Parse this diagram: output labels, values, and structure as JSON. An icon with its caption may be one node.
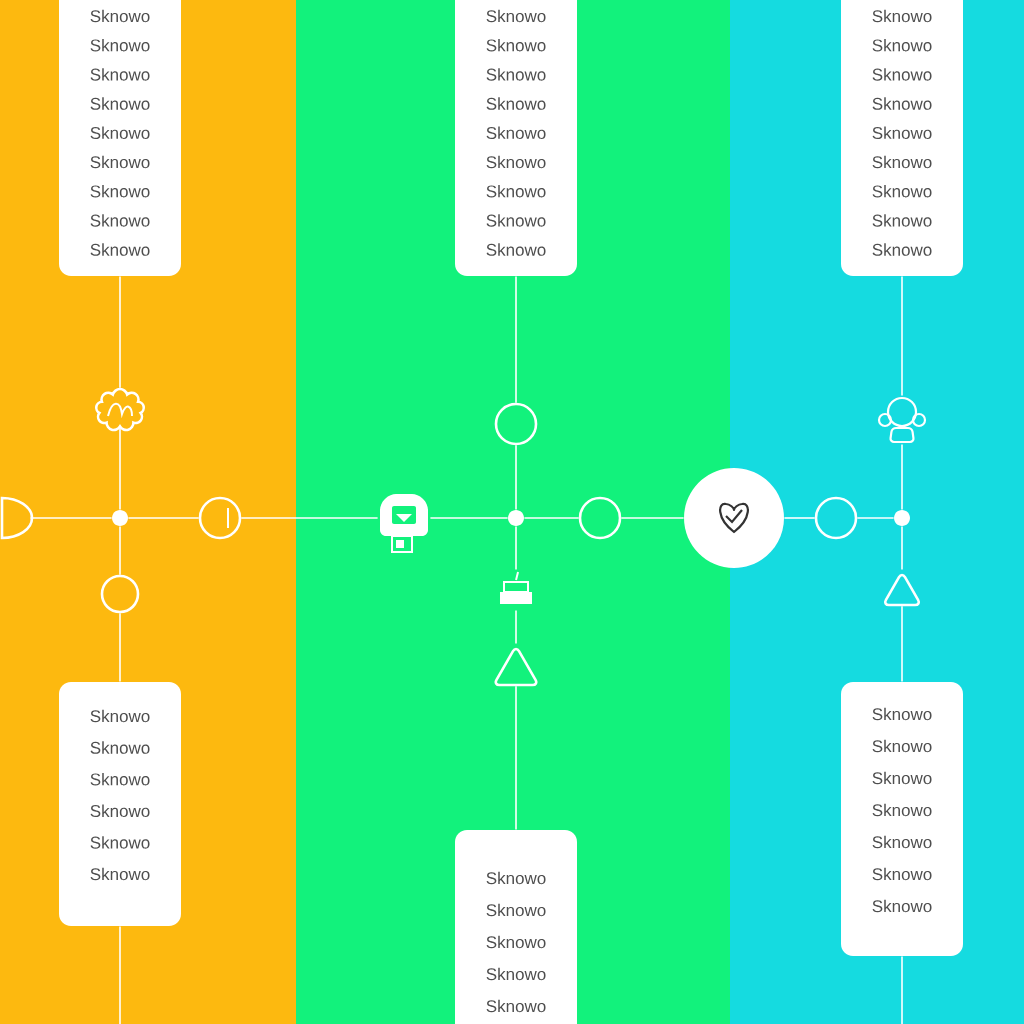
{
  "diagram": {
    "nodes": [
      {
        "text": [
          "Sknowo",
          "Sknowo",
          "Sknowo",
          "Sknowo",
          "Sknowo",
          "Sknowo",
          "Sknowo",
          "Sknowo",
          "Sknowo"
        ]
      },
      {
        "text": [
          "Sknowo",
          "Sknowo",
          "Sknowo",
          "Sknowo",
          "Sknowo",
          "Sknowo",
          "Sknowo",
          "Sknowo",
          "Sknowo"
        ]
      },
      {
        "text": [
          "Sknowo",
          "Sknowo",
          "Sknowo",
          "Sknowo",
          "Sknowo",
          "Sknowo",
          "Sknowo",
          "Sknowo",
          "Sknowo"
        ]
      },
      {
        "text": [],
        "shape": "picture"
      },
      {
        "text": [],
        "shape": "circle"
      },
      {
        "text": [],
        "shape": "picture"
      },
      {
        "text": [],
        "shape": "semicircle"
      },
      {
        "text": [],
        "shape": "dot"
      },
      {
        "text": [],
        "shape": "circle"
      },
      {
        "text": [],
        "shape": "picture"
      },
      {
        "text": [],
        "shape": "dot"
      },
      {
        "text": [],
        "shape": "circle"
      },
      {
        "text": [],
        "shape": "circle"
      },
      {
        "text": [],
        "shape": "circle"
      },
      {
        "text": [],
        "shape": "dot"
      },
      {
        "text": [],
        "shape": "circle"
      },
      {
        "text": [],
        "shape": "picture"
      },
      {
        "text": [],
        "shape": "triangle"
      },
      {
        "text": [],
        "shape": "triangle"
      },
      {
        "text": [
          "Sknowo",
          "Sknowo",
          "Sknowo",
          "Sknowo",
          "Sknowo",
          "Sknowo"
        ]
      },
      {
        "text": [
          "Sknowo",
          "Sknowo",
          "Sknowo",
          "Sknowo",
          "Sknowo",
          "Sknowo",
          "Sknowo"
        ]
      },
      {
        "text": [
          "Sknowo",
          "Sknowo",
          "Sknowo",
          "Sknowo",
          "Sknowo"
        ]
      }
    ],
    "edges": [
      {
        "from": 6,
        "to": 7,
        "arrow": "none"
      },
      {
        "from": 7,
        "to": 8,
        "arrow": "none"
      },
      {
        "from": 8,
        "to": 9,
        "arrow": "none"
      },
      {
        "from": 9,
        "to": 10,
        "arrow": "none"
      },
      {
        "from": 10,
        "to": 11,
        "arrow": "none"
      },
      {
        "from": 11,
        "to": 12,
        "arrow": "none"
      },
      {
        "from": 12,
        "to": 13,
        "arrow": "none"
      },
      {
        "from": 13,
        "to": 14,
        "arrow": "none"
      },
      {
        "from": 0,
        "to": 3,
        "arrow": "none"
      },
      {
        "from": 3,
        "to": 7,
        "arrow": "none"
      },
      {
        "from": 7,
        "to": 15,
        "arrow": "none"
      },
      {
        "from": 15,
        "to": 19,
        "arrow": "none"
      },
      {
        "from": 19,
        "to": null,
        "arrow": "none"
      },
      {
        "from": 1,
        "to": 4,
        "arrow": "none"
      },
      {
        "from": 4,
        "to": 10,
        "arrow": "none"
      },
      {
        "from": 10,
        "to": 16,
        "arrow": "none"
      },
      {
        "from": 16,
        "to": 18,
        "arrow": "none"
      },
      {
        "from": 18,
        "to": 21,
        "arrow": "none"
      },
      {
        "from": 2,
        "to": 5,
        "arrow": "none"
      },
      {
        "from": 5,
        "to": 14,
        "arrow": "none"
      },
      {
        "from": 14,
        "to": 17,
        "arrow": "none"
      },
      {
        "from": 17,
        "to": 20,
        "arrow": "none"
      },
      {
        "from": 20,
        "to": null,
        "arrow": "none"
      }
    ]
  }
}
